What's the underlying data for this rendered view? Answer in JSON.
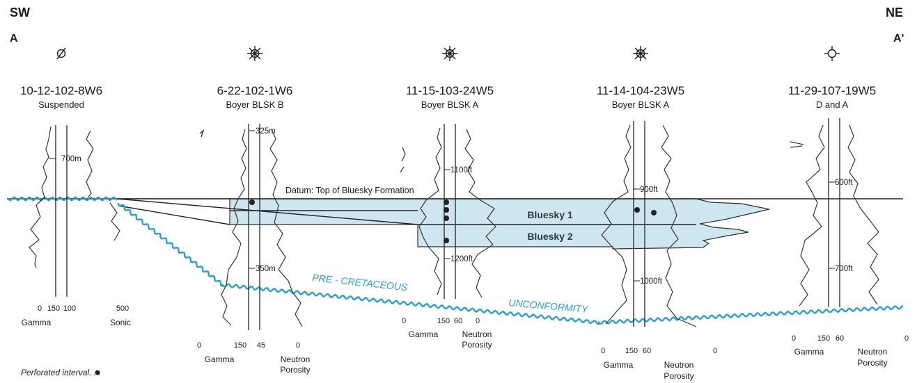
{
  "section": {
    "left_direction": "SW",
    "right_direction": "NE",
    "left_point": "A",
    "right_point": "A'"
  },
  "wells": [
    {
      "id": "10-12-102-8W6",
      "status": "Suspended",
      "symbol": "suspended-well",
      "depth_marks": [
        "700m"
      ],
      "scale": [
        "0",
        "150",
        "100",
        "500"
      ],
      "scale_labels": [
        "Gamma",
        "Sonic"
      ]
    },
    {
      "id": "6-22-102-1W6",
      "status": "Boyer BLSK B",
      "symbol": "gas-well",
      "depth_marks": [
        "325m",
        "350m"
      ],
      "scale": [
        "0",
        "150",
        "45",
        "0"
      ],
      "scale_labels": [
        "Gamma",
        "Neutron",
        "Porosity"
      ]
    },
    {
      "id": "11-15-103-24W5",
      "status": "Boyer BLSK A",
      "symbol": "gas-well",
      "depth_marks": [
        "1100ft",
        "1200ft"
      ],
      "scale": [
        "0",
        "150",
        "60",
        "0"
      ],
      "scale_labels": [
        "Gamma",
        "Neutron",
        "Porosity"
      ]
    },
    {
      "id": "11-14-104-23W5",
      "status": "Boyer BLSK A",
      "symbol": "gas-well",
      "depth_marks": [
        "900ft",
        "1000ft"
      ],
      "scale": [
        "0",
        "150",
        "60",
        "0"
      ],
      "scale_labels": [
        "Gamma",
        "Neutron",
        "Porosity"
      ]
    },
    {
      "id": "11-29-107-19W5",
      "status": "D and A",
      "symbol": "dry-abandoned-well",
      "depth_marks": [
        "600ft",
        "700ft"
      ],
      "scale": [
        "0",
        "150",
        "60",
        "0"
      ],
      "scale_labels": [
        "Gamma",
        "Neutron",
        "Porosity"
      ]
    }
  ],
  "datum_label": "Datum: Top of Bluesky Formation",
  "formations": [
    "Bluesky 1",
    "Bluesky 2"
  ],
  "unconformity": [
    "PRE - CRETACEOUS",
    "UNCONFORMITY"
  ],
  "legend": {
    "perforated_interval": "Perforated interval. . ."
  },
  "colors": {
    "formation_fill": "#cde6ef",
    "unconformity": "#2a9fd0",
    "line": "#222222"
  }
}
